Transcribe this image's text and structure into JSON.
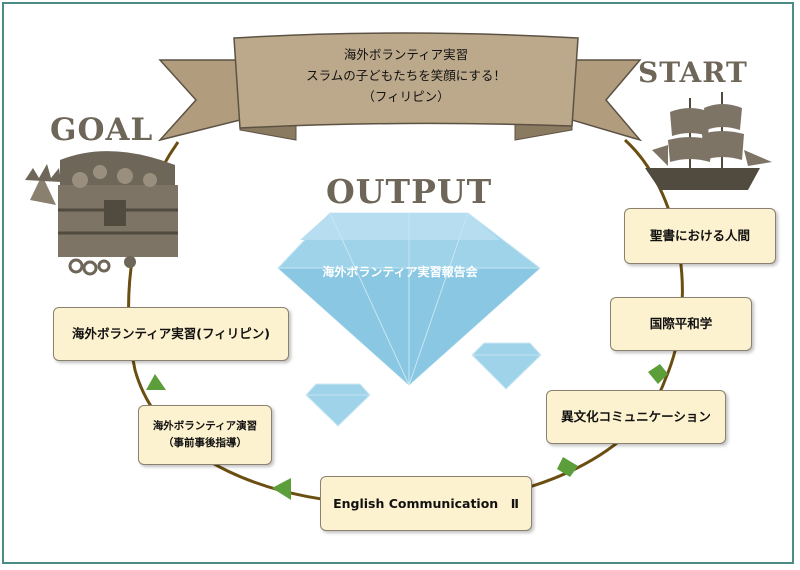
{
  "banner": {
    "line1": "海外ボランティア実習",
    "line2": "スラムの子どもたちを笑顔にする！",
    "line3": "（フィリピン）"
  },
  "labels": {
    "goal": "GOAL",
    "start": "START",
    "output": "OUTPUT"
  },
  "diamond_label": "海外ボランティア実習報告会",
  "steps": [
    {
      "text": "聖書における人間"
    },
    {
      "text": "国際平和学"
    },
    {
      "text": "異文化コミュニケーション"
    },
    {
      "text": "English Communication　Ⅱ"
    },
    {
      "text": "海外ボランティア演習\n（事前事後指導）"
    },
    {
      "text": "海外ボランティア実習(フィリピン)"
    }
  ],
  "colors": {
    "frame": "#4c8c86",
    "banner": "#bca98b",
    "box_fill": "#fdf2cf",
    "path": "#6b4f12",
    "arrow": "#5c9e3a",
    "diamond": "#9ed3ea"
  }
}
